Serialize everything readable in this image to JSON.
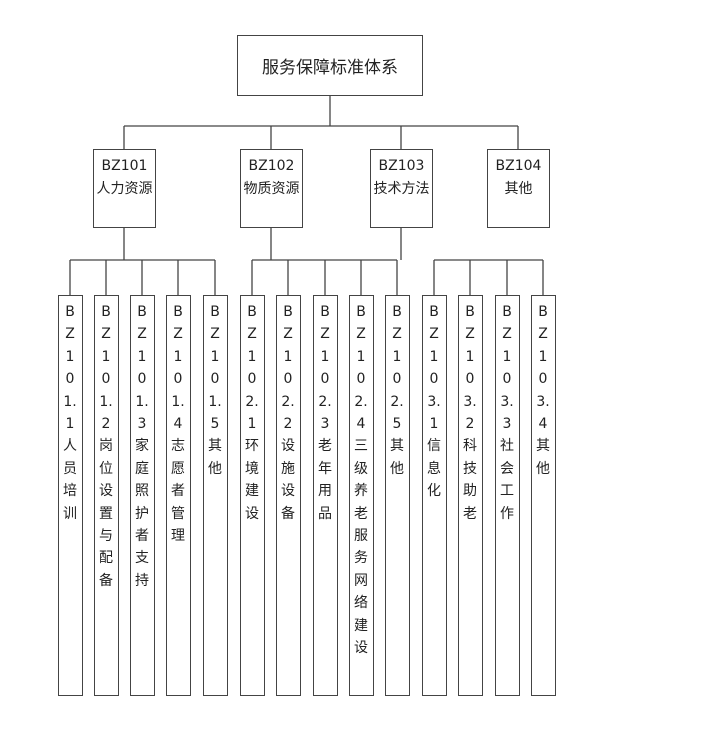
{
  "root": {
    "label": "服务保障标准体系"
  },
  "categories": [
    {
      "code": "BZ101",
      "name": "人力资源",
      "children": [
        {
          "code": "BZ101.1",
          "name": "人员培训"
        },
        {
          "code": "BZ101.2",
          "name": "岗位设置与配备"
        },
        {
          "code": "BZ101.3",
          "name": "家庭照护者支持"
        },
        {
          "code": "BZ101.4",
          "name": "志愿者管理"
        },
        {
          "code": "BZ101.5",
          "name": "其他"
        }
      ]
    },
    {
      "code": "BZ102",
      "name": "物质资源",
      "children": [
        {
          "code": "BZ102.1",
          "name": "环境建设"
        },
        {
          "code": "BZ102.2",
          "name": "设施设备"
        },
        {
          "code": "BZ102.3",
          "name": "老年用品"
        },
        {
          "code": "BZ102.4",
          "name": "三级养老服务网络建设"
        },
        {
          "code": "BZ102.5",
          "name": "其他"
        }
      ]
    },
    {
      "code": "BZ103",
      "name": "技术方法",
      "children": [
        {
          "code": "BZ103.1",
          "name": "信息化"
        },
        {
          "code": "BZ103.2",
          "name": "科技助老"
        },
        {
          "code": "BZ103.3",
          "name": "社会工作"
        },
        {
          "code": "BZ103.4",
          "name": "其他"
        }
      ]
    },
    {
      "code": "BZ104",
      "name": "其他",
      "children": []
    }
  ]
}
